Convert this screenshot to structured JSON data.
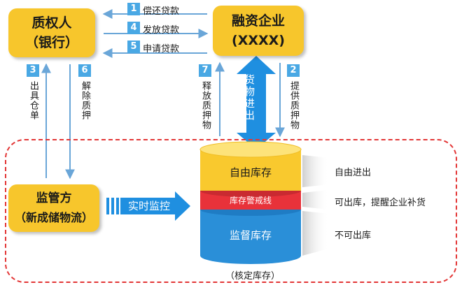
{
  "entities": {
    "pledgee": {
      "name": "质权人",
      "sub": "（银行）"
    },
    "borrower": {
      "name": "融资企业",
      "sub": "(XXXX)"
    },
    "supervisor": {
      "name": "监管方",
      "sub": "（新成储物流）"
    }
  },
  "flows": [
    {
      "num": "1",
      "label": "偿还贷款"
    },
    {
      "num": "4",
      "label": "发放贷款"
    },
    {
      "num": "5",
      "label": "申请贷款"
    },
    {
      "num": "3",
      "label": "出具仓单"
    },
    {
      "num": "6",
      "label": "解除质押"
    },
    {
      "num": "7",
      "label": "释放质押物"
    },
    {
      "num": "2",
      "label": "提供质押物"
    }
  ],
  "goods_io": "货物进出",
  "realtime_monitor": "实时监控",
  "inventory": {
    "layers": [
      {
        "label": "自由库存",
        "desc": "自由进出",
        "color": "#f9c92e"
      },
      {
        "label": "库存警戒线",
        "desc": "可出库，提醒企业补货",
        "color": "#e8323a"
      },
      {
        "label": "监督库存",
        "desc": "不可出库",
        "color": "#2a8fd8"
      }
    ],
    "caption": "（核定库存）"
  },
  "colors": {
    "yellow": "#f7c62c",
    "blue": "#49a8e4",
    "arrow_blue": "#1f8fe0",
    "red": "#e33636",
    "line": "#6aa6d8"
  }
}
